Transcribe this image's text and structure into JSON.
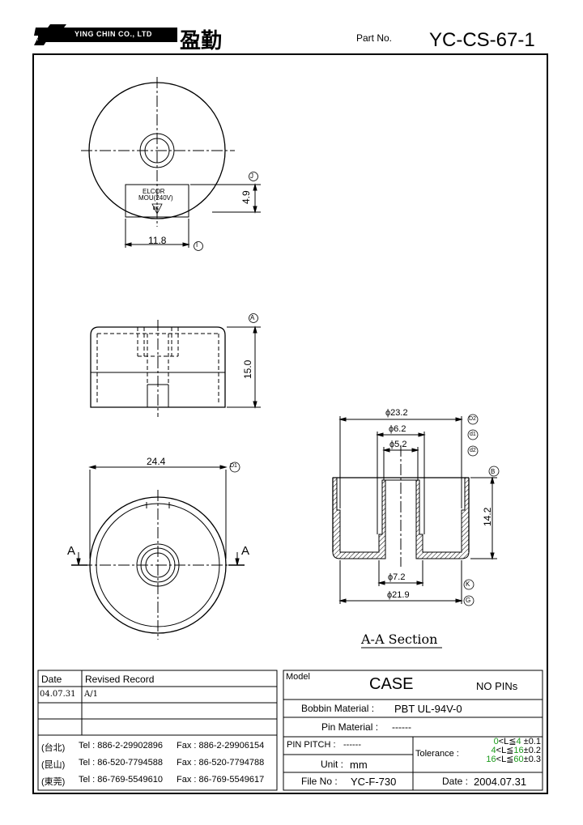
{
  "header": {
    "company": "YING CHIN CO., LTD",
    "brand_cn": "盈勤",
    "part_no_label": "Part No.",
    "part_no": "YC-CS-67-1"
  },
  "top_view": {
    "label_lines": [
      "ELCOR",
      "MOU(240V)"
    ],
    "cert_mark": "DE",
    "dim_width": "11.8",
    "dim_width_tag": "I",
    "dim_height": "4.9",
    "dim_height_tag": "J"
  },
  "side_view": {
    "dim_height": "15.0",
    "dim_tag": "A"
  },
  "bottom_view": {
    "dim_diameter": "24.4",
    "dim_tag": "D1",
    "section_left": "A",
    "section_right": "A"
  },
  "section_view": {
    "d_outer_top": "ϕ23.2",
    "d_outer_top_tag": "D2",
    "d_inner_top": "ϕ6.2",
    "d_inner_top_tag": "d1",
    "d_bore": "ϕ5.2",
    "d_bore_tag": "d2",
    "height": "14.2",
    "height_tag": "B",
    "d_inner_bottom": "ϕ7.2",
    "d_inner_bottom_tag": "K",
    "d_outer_bottom": "ϕ21.9",
    "d_outer_bottom_tag": "G",
    "caption": "A-A Section"
  },
  "revision": {
    "col_date": "Date",
    "col_record": "Revised Record",
    "rows": [
      {
        "date": "04.07.31",
        "record": "A/1"
      },
      {
        "date": "",
        "record": ""
      },
      {
        "date": "",
        "record": ""
      }
    ]
  },
  "contacts": [
    {
      "place": "(台北)",
      "tel": "Tel : 886-2-29902896",
      "fax": "Fax : 886-2-29906154"
    },
    {
      "place": "(昆山)",
      "tel": "Tel : 86-520-7794588",
      "fax": "Fax : 86-520-7794788"
    },
    {
      "place": "(東莞)",
      "tel": "Tel : 86-769-5549610",
      "fax": "Fax : 86-769-5549617"
    }
  ],
  "title_block": {
    "model_label": "Model",
    "model": "CASE",
    "pins": "NO PINs",
    "bobbin_label": "Bobbin Material :",
    "bobbin_value": "PBT  UL-94V-0",
    "pin_label": "Pin Material :",
    "pin_value": "------",
    "pitch_label": "PIN PITCH :",
    "pitch_value": "------",
    "tolerance_label": "Tolerance :",
    "tolerances": [
      {
        "lo": "0",
        "hi": "4",
        "tol": "±0.1"
      },
      {
        "lo": "4",
        "hi": "16",
        "tol": "±0.2"
      },
      {
        "lo": "16",
        "hi": "60",
        "tol": "±0.3"
      }
    ],
    "unit_label": "Unit :",
    "unit_value": "mm",
    "file_label": "File No :",
    "file_value": "YC-F-730",
    "date_label": "Date :",
    "date_value": "2004.07.31"
  }
}
